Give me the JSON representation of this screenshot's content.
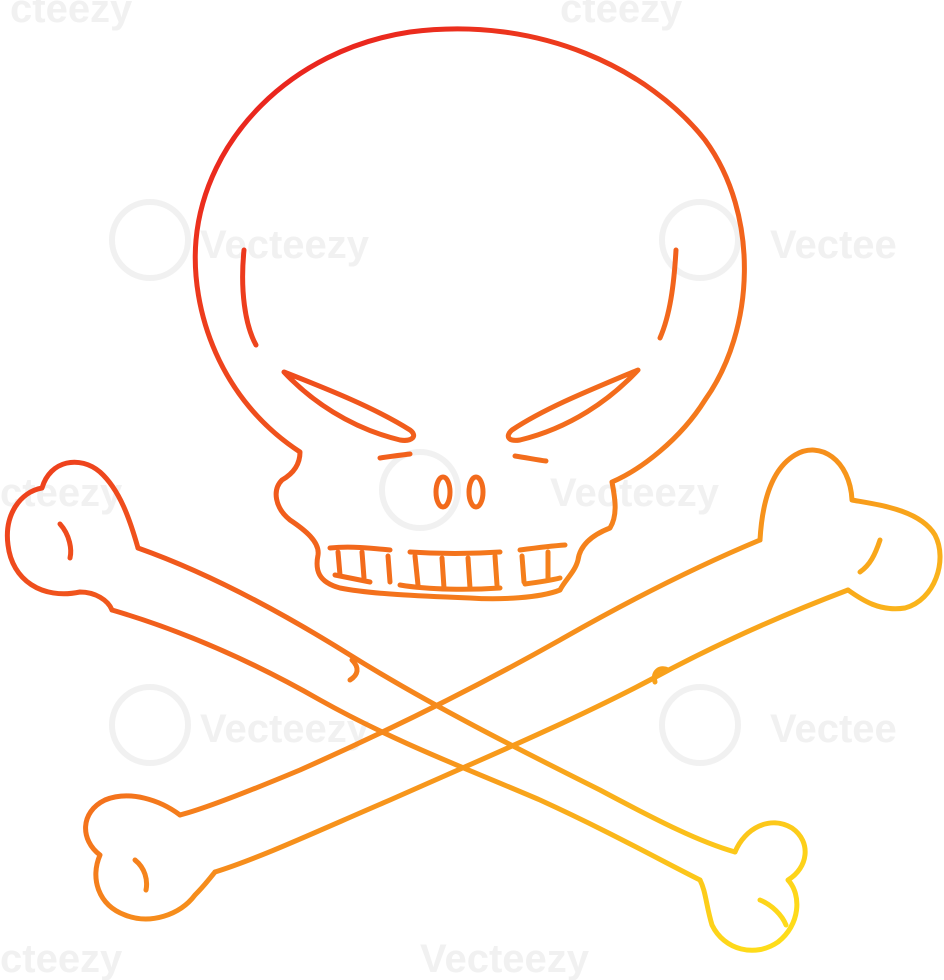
{
  "illustration": {
    "subject": "cartoon skull and crossbones",
    "style": "line-art with warm gradient stroke",
    "colors": {
      "gradient_start": "#e8141e",
      "gradient_mid": "#f36e1c",
      "gradient_end": "#ffe51a",
      "background": "#ffffff"
    }
  },
  "watermark": {
    "text": "Vecteezy",
    "partial_text": "Vectee",
    "edge_text": "cteezy",
    "color": "#f1f1f1"
  }
}
